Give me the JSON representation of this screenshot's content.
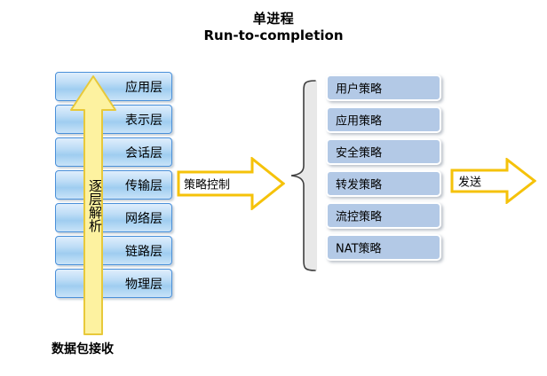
{
  "diagram": {
    "title": {
      "line1": "单进程",
      "line2": "Run-to-completion"
    },
    "bottom_caption": "数据包接收",
    "osi_stack": {
      "name": "osi-layer-stack",
      "layers": [
        {
          "label": "应用层"
        },
        {
          "label": "表示层"
        },
        {
          "label": "会话层"
        },
        {
          "label": "传输层"
        },
        {
          "label": "网络层"
        },
        {
          "label": "链路层"
        },
        {
          "label": "物理层"
        }
      ]
    },
    "vertical_arrow": {
      "label": "逐层解析",
      "direction": "up",
      "fill_color": "#fdf2a0",
      "stroke_color": "#e8c93a"
    },
    "policy_control_arrow": {
      "label": "策略控制",
      "direction": "right",
      "fill_color": "#ffffff",
      "stroke_color": "#f5c20a"
    },
    "send_arrow": {
      "label": "发送",
      "direction": "right",
      "fill_color": "#ffffff",
      "stroke_color": "#f5c20a"
    },
    "brace": {
      "name": "left-curly-brace",
      "orientation": "left",
      "stroke_color": "#3f3f3f",
      "fill_color": "#e8e8e8"
    },
    "policy_stack": {
      "name": "policy-stack",
      "items": [
        {
          "label": "用户策略"
        },
        {
          "label": "应用策略"
        },
        {
          "label": "安全策略"
        },
        {
          "label": "转发策略"
        },
        {
          "label": "流控策略"
        },
        {
          "label": "NAT策略"
        }
      ]
    },
    "colors": {
      "layer_box_border": "#4a90d9",
      "layer_box_fill_top": "#dfeefc",
      "layer_box_fill_bottom": "#9fcdf0",
      "policy_box_fill": "#b3c9e6",
      "policy_box_border": "#ffffff",
      "arrow_yellow": "#f5c20a",
      "arrow_pale_yellow": "#fdf2a0",
      "text": "#000000",
      "background": "#ffffff"
    }
  }
}
